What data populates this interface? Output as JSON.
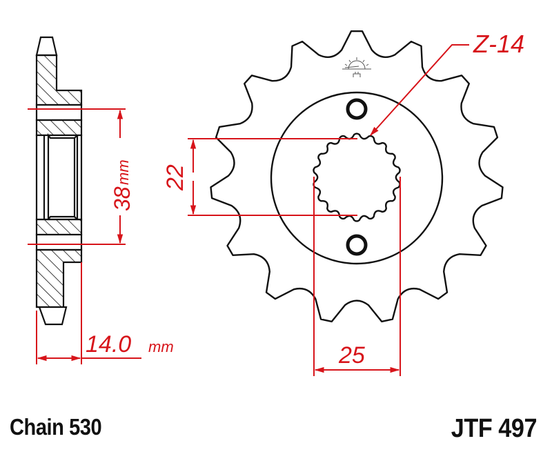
{
  "diagram": {
    "type": "technical-drawing",
    "subject": "front sprocket",
    "colors": {
      "outline": "#111111",
      "dimension": "#d7141a",
      "background": "#ffffff"
    },
    "side_view": {
      "hub_diameter_value": "38",
      "hub_diameter_unit": "mm",
      "width_value": "14.0",
      "width_unit": "mm"
    },
    "front_view": {
      "teeth_label": "Z-14",
      "spline_diameter_value": "22",
      "spline_outer_value": "25",
      "logo_icon": "sun-logo-icon"
    }
  },
  "footer": {
    "chain_label": "Chain 530",
    "part_number": "JTF 497"
  }
}
